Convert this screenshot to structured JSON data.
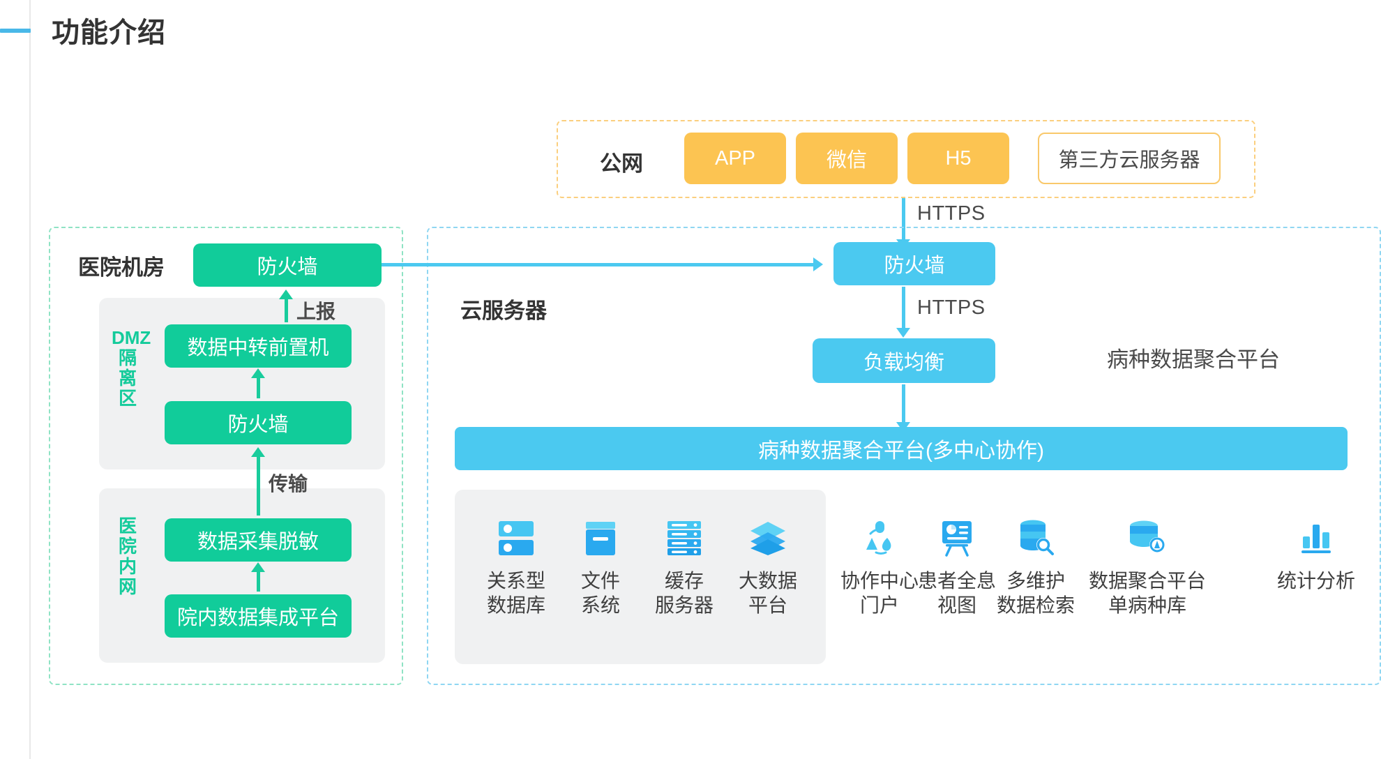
{
  "header": {
    "title": "功能介绍",
    "accent_color": "#49b8e8"
  },
  "palette": {
    "green": "#11cc9a",
    "blue": "#4bc9f0",
    "amber": "#fcc452",
    "panel_gray": "#f0f1f2"
  },
  "public_zone": {
    "label": "公网",
    "items": [
      {
        "label": "APP",
        "style": "filled"
      },
      {
        "label": "微信",
        "style": "filled"
      },
      {
        "label": "H5",
        "style": "filled"
      },
      {
        "label": "第三方云服务器",
        "style": "outline"
      }
    ]
  },
  "connectors": {
    "https_top": "HTTPS",
    "https_mid": "HTTPS",
    "report": "上报",
    "transmit": "传输"
  },
  "hospital_zone": {
    "title": "医院机房",
    "firewall": "防火墙",
    "dmz": {
      "label_top": "DMZ",
      "label_vertical": "隔\n离\n区",
      "boxes": [
        "数据中转前置机",
        "防火墙"
      ]
    },
    "intranet": {
      "label_vertical": "医\n院\n内\n网",
      "boxes": [
        "数据采集脱敏",
        "院内数据集成平台"
      ]
    }
  },
  "cloud_zone": {
    "title": "云服务器",
    "right_title": "病种数据聚合平台",
    "firewall": "防火墙",
    "load_balancer": "负载均衡",
    "platform_bar": "病种数据聚合平台(多中心协作)",
    "infra_items": [
      {
        "icon": "database-icon",
        "label": "关系型\n数据库"
      },
      {
        "icon": "file-system-icon",
        "label": "文件\n系统"
      },
      {
        "icon": "cache-server-icon",
        "label": "缓存\n服务器"
      },
      {
        "icon": "big-data-layers-icon",
        "label": "大数据\n平台"
      }
    ],
    "app_items": [
      {
        "icon": "collaboration-icon",
        "label": "协作中心\n门户"
      },
      {
        "icon": "patient-view-icon",
        "label": "患者全息\n视图"
      },
      {
        "icon": "data-search-icon",
        "label": "多维护\n数据检索"
      },
      {
        "icon": "disease-db-icon",
        "label": "数据聚合平台\n单病种库"
      },
      {
        "icon": "statistics-icon",
        "label": "统计分析"
      }
    ]
  }
}
